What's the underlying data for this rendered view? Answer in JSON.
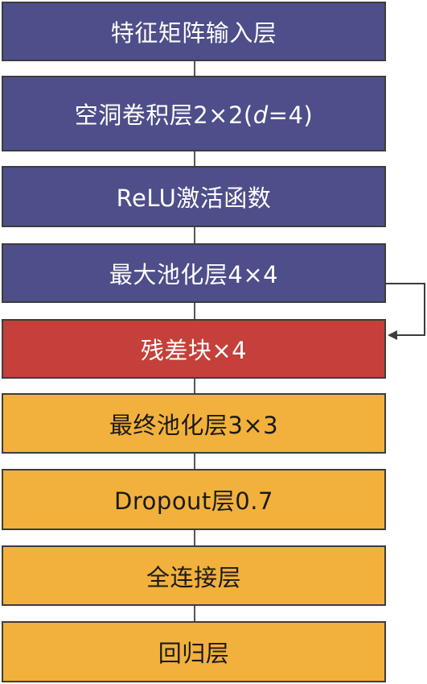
{
  "blocks": [
    {
      "id": "input",
      "label": "特征矩阵输入层",
      "style": "blue"
    },
    {
      "id": "dilated-conv",
      "label_pre": "空洞卷积层2×2(",
      "label_italic": "d",
      "label_post": "=4)",
      "style": "blue"
    },
    {
      "id": "relu",
      "label": "ReLU激活函数",
      "style": "blue"
    },
    {
      "id": "maxpool",
      "label": "最大池化层4×4",
      "style": "blue"
    },
    {
      "id": "residual",
      "label": "残差块×4",
      "style": "red"
    },
    {
      "id": "final-pool",
      "label": "最终池化层3×3",
      "style": "orange"
    },
    {
      "id": "dropout",
      "label": "Dropout层0.7",
      "style": "orange"
    },
    {
      "id": "fc",
      "label": "全连接层",
      "style": "orange"
    },
    {
      "id": "regression",
      "label": "回归层",
      "style": "orange"
    }
  ],
  "colors": {
    "blue": "#4e4e8a",
    "red": "#c5403a",
    "orange": "#f2b13c",
    "border": "#3c3c3c"
  }
}
